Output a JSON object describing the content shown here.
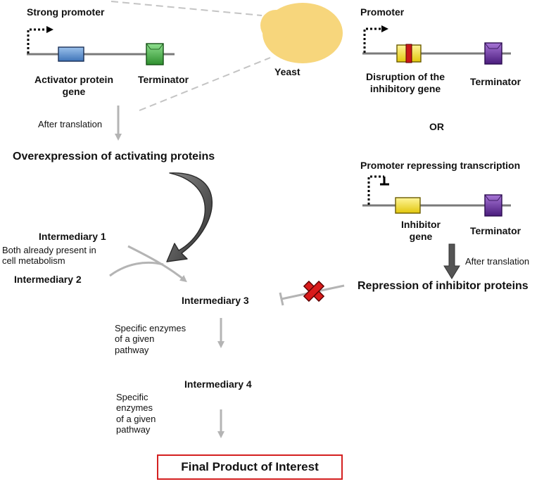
{
  "organism": {
    "label": "Yeast"
  },
  "left_construct": {
    "promoter": "Strong promoter",
    "gene": "Activator protein\ngene",
    "terminator": "Terminator",
    "translation": "After translation",
    "result": "Overexpression of activating proteins"
  },
  "right_construct_a": {
    "promoter": "Promoter",
    "gene": "Disruption of the\ninhibitory gene",
    "terminator": "Terminator"
  },
  "or_label": "OR",
  "right_construct_b": {
    "promoter": "Promoter repressing  transcription",
    "gene": "Inhibitor\ngene",
    "terminator": "Terminator",
    "translation": "After translation",
    "result": "Repression of inhibitor proteins"
  },
  "pathway": {
    "intermediary_1": "Intermediary 1",
    "intermediary_2": "Intermediary 2",
    "both_note": "Both already present in\ncell metabolism",
    "intermediary_3": "Intermediary 3",
    "enzymes_1": "Specific enzymes\nof a given\npathway",
    "intermediary_4": "Intermediary 4",
    "enzymes_2": "Specific\nenzymes\nof a given\npathway",
    "final_product": "Final Product of Interest"
  },
  "colors": {
    "dna_line": "#7a7a7a",
    "activator_gene": "#5b8fd0",
    "terminator_left": "#3da83d",
    "terminator_right": "#6a2fa0",
    "inhibitory_gene": "#f2e12a",
    "disruption_mark": "#c81818",
    "yeast": "#f7d67c",
    "arrow_gray": "#b4b4b4",
    "curved_arrow": "#555555",
    "block_cross": "#d81b1b",
    "final_border": "#d42020"
  }
}
